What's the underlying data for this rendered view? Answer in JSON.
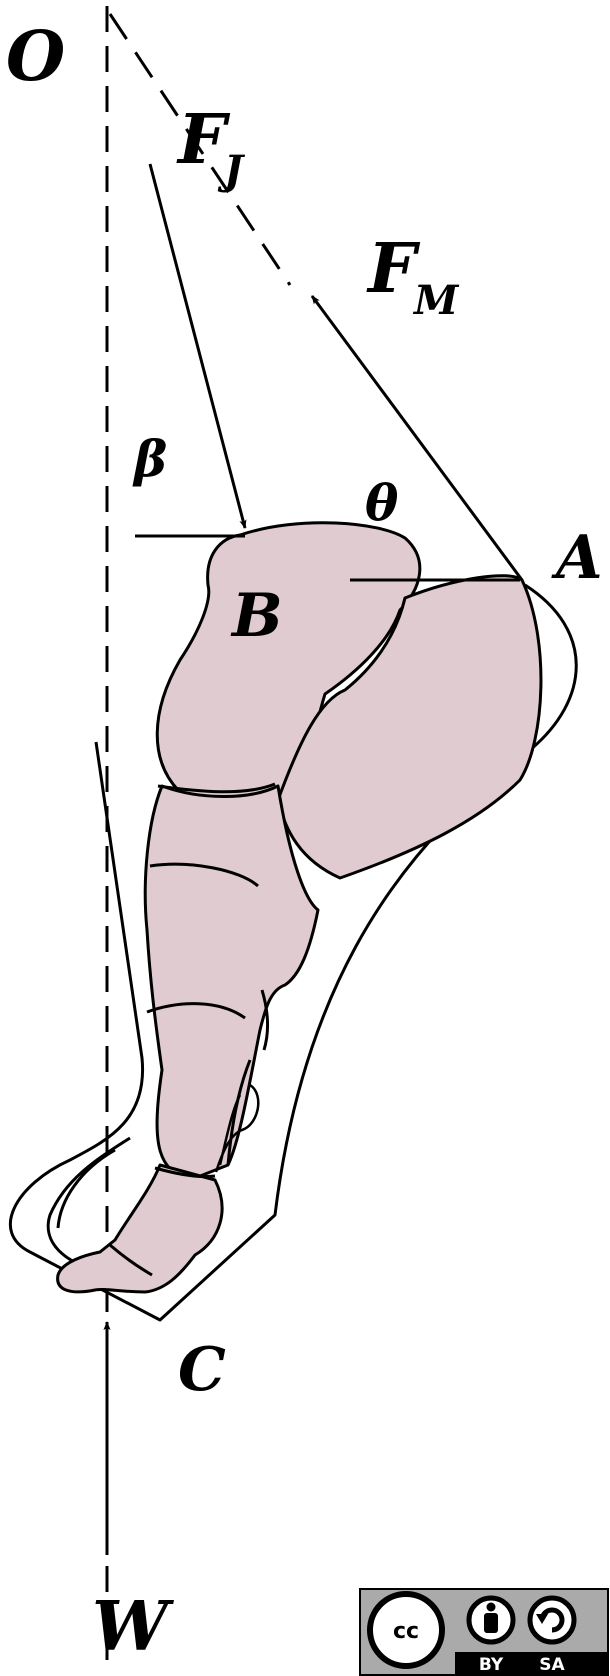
{
  "labels": {
    "o": "O",
    "fj_main": "F",
    "fj_sub": "J",
    "fm_main": "F",
    "fm_sub": "M",
    "beta": "β",
    "theta": "θ",
    "a": "A",
    "b": "B",
    "c": "C",
    "w": "W"
  },
  "license": {
    "cc": "cc",
    "by": "BY",
    "sa": "SA"
  },
  "colors": {
    "leg_fill": "#dfcbd0",
    "stroke": "#000000",
    "badge_bg": "#aaaaaa",
    "badge_dark": "#000000"
  }
}
